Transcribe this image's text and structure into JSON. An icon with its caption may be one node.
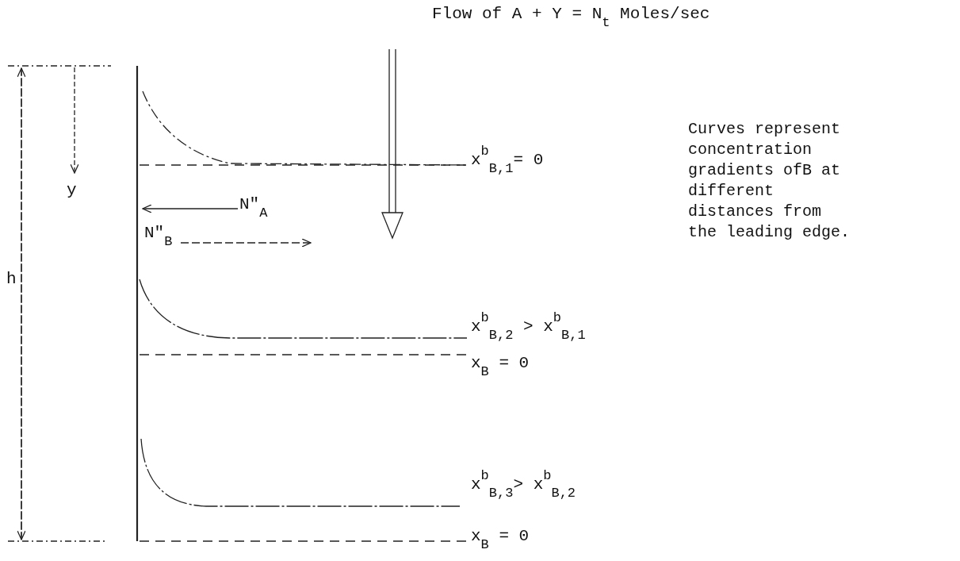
{
  "diagram": {
    "title": "Flow of A + Y = N$_{t}$ Moles/sec",
    "labels": [
      "y",
      "N\"$_{A}$",
      "N\"$_{B}$",
      "h",
      "x$^{b}$$_{B,1}$= 0",
      "Curves represent concentration gradients ofB at different distances from the leading edge.",
      "x$^{b}$$_{B,2}$ >  x$^{b}$$_{B,1}$",
      "x$_{B}$ = 0",
      "x$^{b}$$_{B,3}$> x$^{b}$$_{B,2}$",
      "x$_{B}$ = 0"
    ]
  }
}
